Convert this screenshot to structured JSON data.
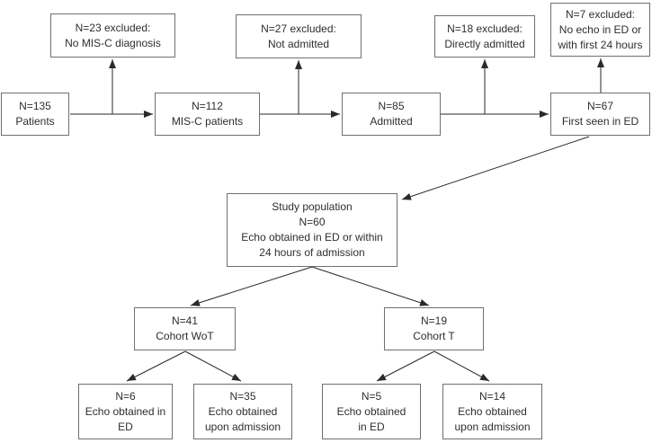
{
  "colors": {
    "background": "#ffffff",
    "box_border": "#6f6f6f",
    "text": "#2e2e2e",
    "arrow": "#2a2a2a"
  },
  "boxes": {
    "excluded_no_misc": {
      "line1": "N=23 excluded:",
      "line2": "No MIS-C diagnosis"
    },
    "excluded_not_admitted": {
      "line1": "N=27 excluded:",
      "line2": "Not admitted"
    },
    "excluded_directly_admitted": {
      "line1": "N=18 excluded:",
      "line2": "Directly admitted"
    },
    "excluded_no_echo": {
      "line1": "N=7 excluded:",
      "line2": "No echo in ED or",
      "line3": "with first 24 hours"
    },
    "patients": {
      "line1": "N=135",
      "line2": "Patients"
    },
    "misc_patients": {
      "line1": "N=112",
      "line2": "MIS-C patients"
    },
    "admitted": {
      "line1": "N=85",
      "line2": "Admitted"
    },
    "first_seen_ed": {
      "line1": "N=67",
      "line2": "First seen in ED"
    },
    "study_population": {
      "line1": "Study population",
      "line2": "N=60",
      "line3": "Echo obtained in ED or within",
      "line4": "24 hours of admission"
    },
    "cohort_wot": {
      "line1": "N=41",
      "line2": "Cohort WoT"
    },
    "cohort_t": {
      "line1": "N=19",
      "line2": "Cohort T"
    },
    "wot_echo_ed": {
      "line1": "N=6",
      "line2": "Echo obtained in",
      "line3": "ED"
    },
    "wot_echo_admission": {
      "line1": "N=35",
      "line2": "Echo obtained",
      "line3": "upon admission"
    },
    "t_echo_ed": {
      "line1": "N=5",
      "line2": "Echo obtained",
      "line3": "in ED"
    },
    "t_echo_admission": {
      "line1": "N=14",
      "line2": "Echo obtained",
      "line3": "upon admission"
    }
  }
}
